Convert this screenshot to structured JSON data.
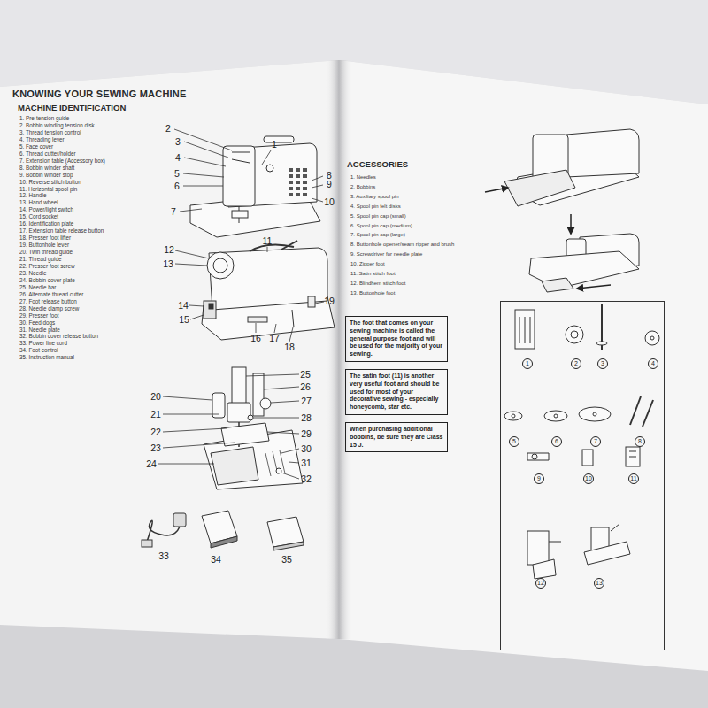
{
  "diagram": {
    "title": "KNOWING YOUR SEWING MACHINE",
    "nodes": [
      {
        "text": [
          "The foot that comes on your sewing machine is called the general purpose foot and will be used for the majority of your sewing."
        ]
      },
      {
        "text": [
          "The satin foot (11) is another very useful foot and should be used for most of your decorative sewing - especially honeycomb, star etc."
        ]
      },
      {
        "text": [
          "When purchasing additional bobbins, be sure they are Class 15 J."
        ]
      },
      {
        "text": [
          "1",
          "2",
          "3",
          "4",
          "5",
          "6",
          "7",
          "8",
          "9",
          "10",
          "11",
          "12",
          "13"
        ]
      }
    ],
    "labels": [
      "MACHINE IDENTIFICATION",
      "1. Pre-tension guide",
      "2. Bobbin winding tension disk",
      "3. Thread tension control",
      "4. Threading lever",
      "5. Face cover",
      "6. Thread cutter/holder",
      "7. Extension table (Accessory box)",
      "8. Bobbin winder shaft",
      "9. Bobbin winder stop",
      "10. Reverse stitch button",
      "11. Horizontal spool pin",
      "12. Handle",
      "13. Hand wheel",
      "14. Power/light switch",
      "15. Cord socket",
      "16. Identification plate",
      "17. Extension table release button",
      "18. Presser foot lifter",
      "19. Buttonhole lever",
      "20. Twin thread guide",
      "21. Thread guide",
      "22. Presser foot screw",
      "23. Needle",
      "24. Bobbin cover plate",
      "25. Needle bar",
      "26. Alternate thread cutter",
      "27. Foot release button",
      "28. Needle clamp screw",
      "29. Presser foot",
      "30. Feed dogs",
      "31. Needle plate",
      "32. Bobbin cover release button",
      "33. Power line cord",
      "34. Foot control",
      "35. Instruction manual",
      "1",
      "2",
      "3",
      "4",
      "5",
      "6",
      "7",
      "8",
      "9",
      "10",
      "11",
      "12",
      "13",
      "14",
      "15",
      "16",
      "17",
      "18",
      "19",
      "20",
      "21",
      "22",
      "23",
      "24",
      "25",
      "26",
      "27",
      "28",
      "29",
      "30",
      "31",
      "32",
      "33",
      "34",
      "35",
      "ACCESSORIES",
      "1. Needles",
      "2. Bobbins",
      "3. Auxiliary spool pin",
      "4. Spool pin felt disks",
      "5. Spool pin cap (small)",
      "6. Spool pin cap (medium)",
      "7. Spool pin cap (large)",
      "8. Buttonhole opener/seam ripper and brush",
      "9. Screwdriver for needle plate",
      "10. Zipper foot",
      "11. Satin stitch foot",
      "12. Blindhem stitch foot",
      "13. Buttonhole foot"
    ]
  }
}
